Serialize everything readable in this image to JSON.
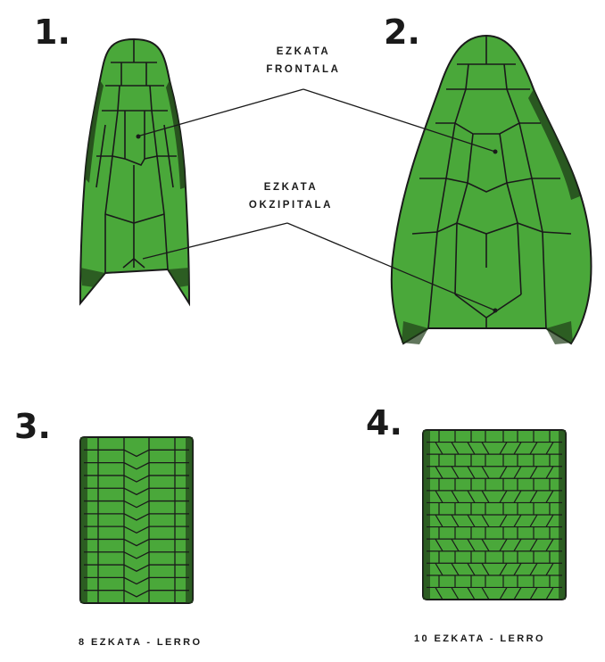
{
  "figures": {
    "fig1_number": "1.",
    "fig2_number": "2.",
    "fig3_number": "3.",
    "fig4_number": "4."
  },
  "labels": {
    "frontal_line1": "EZKATA",
    "frontal_line2": "FRONTALA",
    "occipital_line1": "EZKATA",
    "occipital_line2": "OKZIPITALA"
  },
  "captions": {
    "fig3": "8  EZKATA - LERRO",
    "fig4": "10  EZKATA - LERRO"
  },
  "colors": {
    "scale_fill": "#4aa83a",
    "scale_dark": "#1f3d18",
    "outline": "#1a1a1a"
  }
}
